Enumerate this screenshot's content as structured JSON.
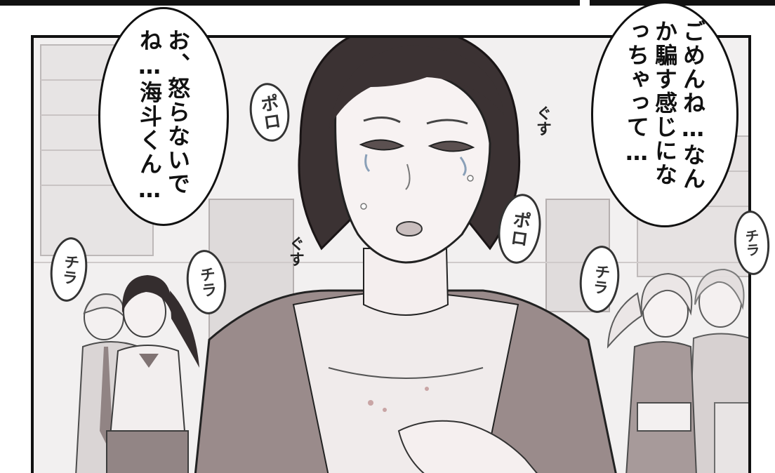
{
  "bubbles": {
    "right_speech": "ごめんね…なんか騙す感じになっちゃって…",
    "left_speech": "お、怒らないでね…海斗くん…"
  },
  "sfx": {
    "poro_upper": "ポロ",
    "poro_lower": "ポロ",
    "gusu_upper": "ぐす",
    "gusu_lower": "ぐす",
    "chira_far_left": "チラ",
    "chira_left": "チラ",
    "chira_right": "チラ",
    "chira_far_right": "チラ"
  }
}
